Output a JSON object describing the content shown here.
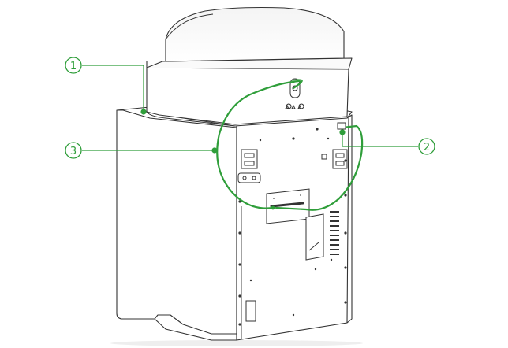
{
  "diagram": {
    "subject": "printer-with-dryer-rear-view",
    "accent_color": "#2f9e3a",
    "line_color": "#333333",
    "callouts": [
      {
        "number": "1"
      },
      {
        "number": "2"
      },
      {
        "number": "3"
      }
    ]
  }
}
